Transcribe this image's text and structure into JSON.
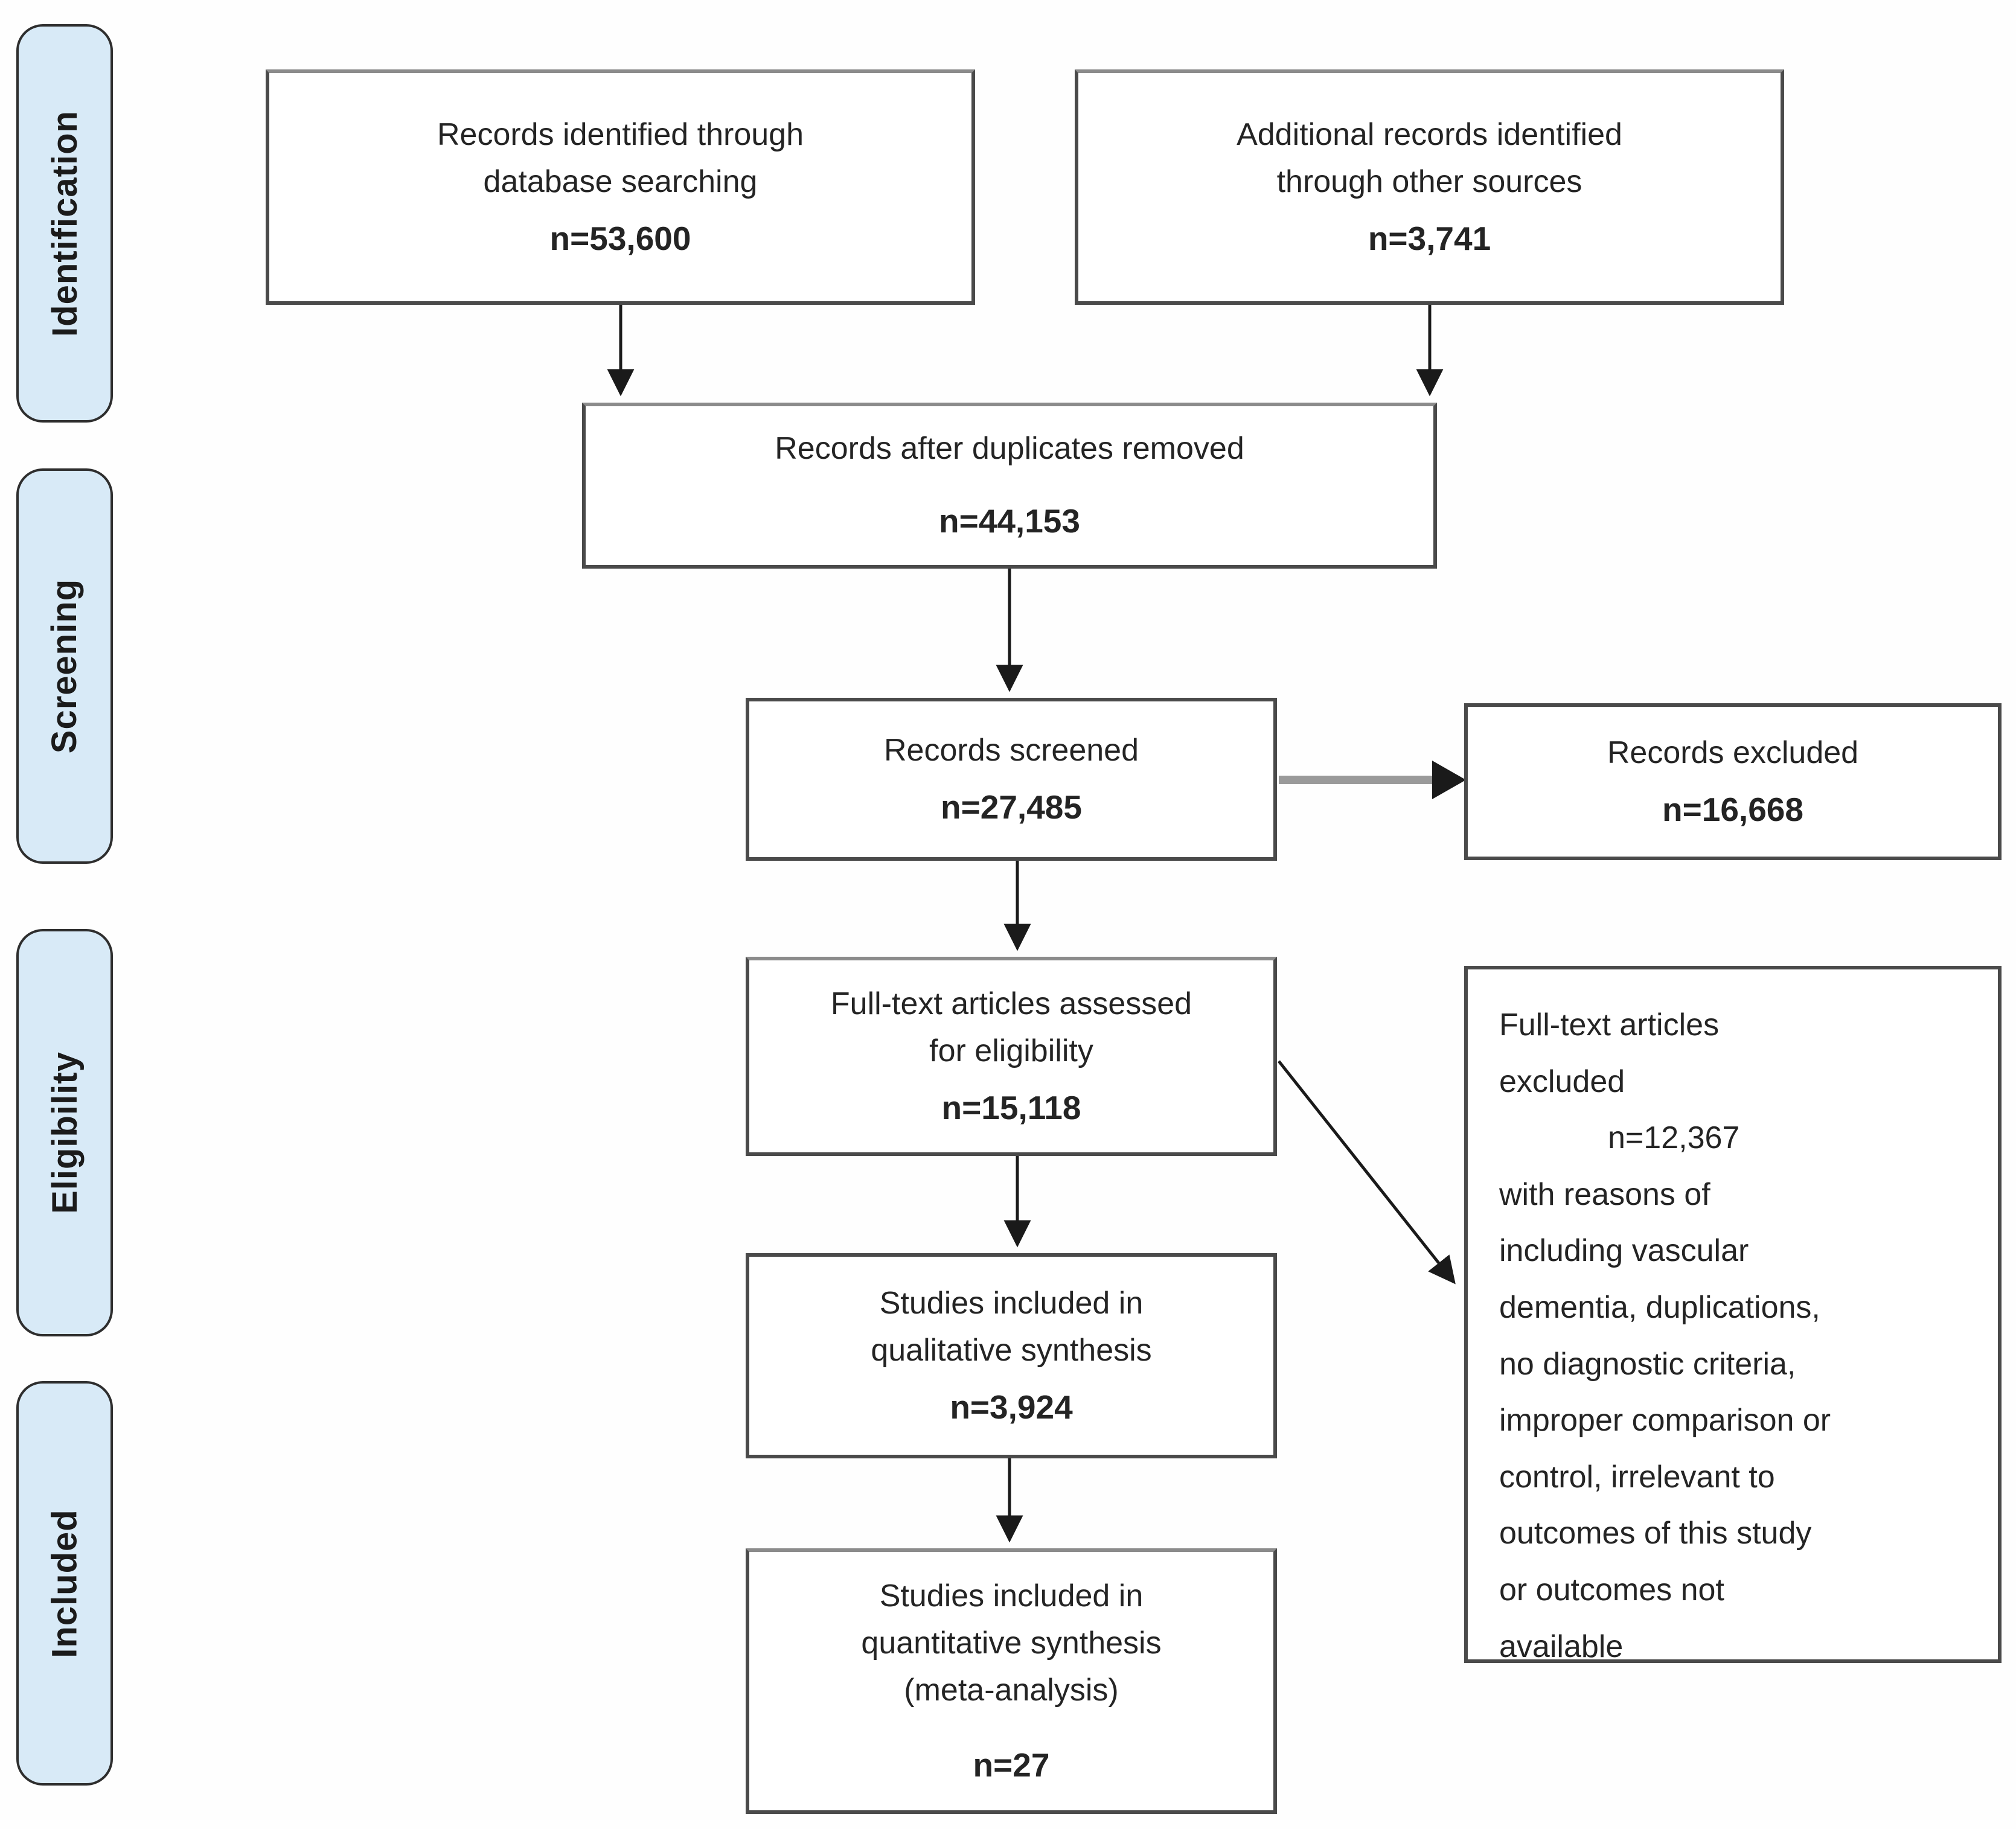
{
  "diagram": {
    "stages": [
      {
        "label": "Identification"
      },
      {
        "label": "Screening"
      },
      {
        "label": "Eligibility"
      },
      {
        "label": "Included"
      }
    ],
    "boxes": {
      "db_search": {
        "lines": [
          "Records identified through",
          "database searching"
        ],
        "n": "n=53,600"
      },
      "other_sources": {
        "lines": [
          "Additional records identified",
          "through other sources"
        ],
        "n": "n=3,741"
      },
      "after_duplicates": {
        "lines": [
          "Records after duplicates removed"
        ],
        "n": "n=44,153"
      },
      "screened": {
        "lines": [
          "Records screened"
        ],
        "n": "n=27,485"
      },
      "excluded": {
        "lines": [
          "Records excluded"
        ],
        "n": "n=16,668"
      },
      "fulltext_assessed": {
        "lines": [
          "Full-text articles assessed",
          "for eligibility"
        ],
        "n": "n=15,118"
      },
      "fulltext_excluded": {
        "lines": [
          "Full-text articles",
          "excluded",
          "n=12,367",
          "with reasons of",
          "including vascular",
          "dementia, duplications,",
          "no diagnostic criteria,",
          "improper comparison or",
          "control, irrelevant to",
          "outcomes of this study",
          "or outcomes not",
          "available"
        ]
      },
      "qualitative": {
        "lines": [
          "Studies included in",
          "qualitative synthesis"
        ],
        "n": "n=3,924"
      },
      "quantitative": {
        "lines": [
          "Studies included in",
          "quantitative synthesis",
          "(meta-analysis)"
        ],
        "n": "n=27"
      }
    },
    "colors": {
      "stage_fill": "#d8eaf7",
      "stage_border": "#2e2e2e",
      "box_border": "#4a4a4a",
      "text": "#242424",
      "arrow": "#1a1a1a",
      "connector_gray": "#9a9a9a",
      "background": "#fefefe"
    }
  }
}
